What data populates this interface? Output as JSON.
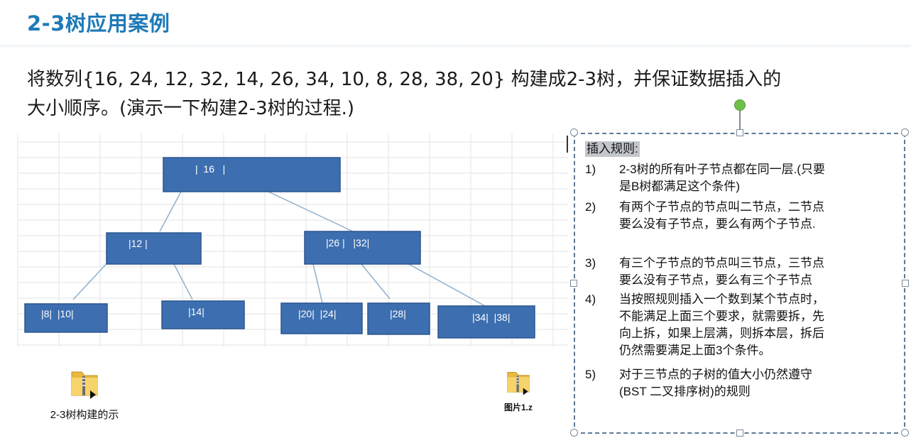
{
  "title": "2-3树应用案例",
  "intro": {
    "line1": "将数列{16, 24, 12, 32, 14, 26, 34, 10, 8, 28, 38, 20} 构建成2-3树，并保证数据插入的",
    "line2": "大小顺序。(演示一下构建2-3树的过程.)"
  },
  "tree": {
    "nodes": [
      {
        "id": "root",
        "label": "|  16   |"
      },
      {
        "id": "n12",
        "label": "|12 |"
      },
      {
        "id": "n2632",
        "label": "|26 |   |32|"
      },
      {
        "id": "n810",
        "label": "|8|  |10|"
      },
      {
        "id": "n14",
        "label": "|14|"
      },
      {
        "id": "n2024",
        "label": "|20|  |24|"
      },
      {
        "id": "n28",
        "label": "|28|"
      },
      {
        "id": "n3438",
        "label": "|34|  |38|"
      }
    ],
    "node_color": "#3d6fb0",
    "edge_color": "#8fb0cc"
  },
  "files": [
    {
      "name": "2-3树构建的示",
      "icon": "zip-folder-icon"
    },
    {
      "name": "图片1.z",
      "icon": "zip-folder-icon"
    }
  ],
  "rules": {
    "heading": "插入规则:",
    "items": [
      {
        "num": "1)",
        "lines": [
          "2-3树的所有叶子节点都在同一层.(只要",
          "是B树都满足这个条件)"
        ]
      },
      {
        "num": "2)",
        "lines": [
          "有两个子节点的节点叫二节点，二节点",
          "要么没有子节点，要么有两个子节点."
        ]
      },
      {
        "num": "3)",
        "lines": [
          "有三个子节点的节点叫三节点，三节点",
          "要么没有子节点，要么有三个子节点"
        ]
      },
      {
        "num": "4)",
        "lines": [
          "当按照规则插入一个数到某个节点时，",
          "不能满足上面三个要求，就需要拆，先",
          "向上拆，如果上层满，则拆本层，拆后",
          "仍然需要满足上面3个条件。"
        ]
      },
      {
        "num": "5)",
        "lines": [
          "对于三节点的子树的值大小仍然遵守",
          "(BST 二叉排序树)的规则"
        ]
      }
    ]
  }
}
